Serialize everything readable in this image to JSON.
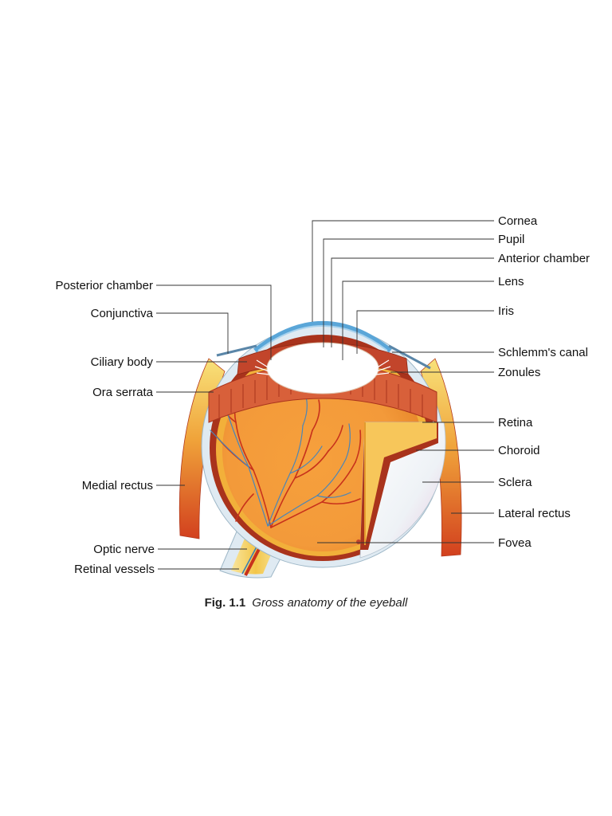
{
  "labels_left": [
    {
      "key": "posterior_chamber",
      "text": "Posterior chamber"
    },
    {
      "key": "conjunctiva",
      "text": "Conjunctiva"
    },
    {
      "key": "ciliary_body",
      "text": "Ciliary body"
    },
    {
      "key": "ora_serrata",
      "text": "Ora serrata"
    },
    {
      "key": "medial_rectus",
      "text": "Medial rectus"
    },
    {
      "key": "optic_nerve",
      "text": "Optic nerve"
    },
    {
      "key": "retinal_vessels",
      "text": "Retinal vessels"
    }
  ],
  "labels_right": [
    {
      "key": "cornea",
      "text": "Cornea"
    },
    {
      "key": "pupil",
      "text": "Pupil"
    },
    {
      "key": "anterior_chamber",
      "text": "Anterior chamber"
    },
    {
      "key": "lens",
      "text": "Lens"
    },
    {
      "key": "iris",
      "text": "Iris"
    },
    {
      "key": "schlemms_canal",
      "text": "Schlemm's canal"
    },
    {
      "key": "zonules",
      "text": "Zonules"
    },
    {
      "key": "retina",
      "text": "Retina"
    },
    {
      "key": "choroid",
      "text": "Choroid"
    },
    {
      "key": "sclera",
      "text": "Sclera"
    },
    {
      "key": "lateral_rectus",
      "text": "Lateral rectus"
    },
    {
      "key": "fovea",
      "text": "Fovea"
    }
  ],
  "caption": {
    "number": "Fig. 1.1",
    "text": "Gross anatomy of the eyeball"
  },
  "colors": {
    "sclera": "#dfeaf2",
    "choroid": "#a9331c",
    "retina": "#f2b03a",
    "retina_inner": "#f7c65a",
    "ciliary": "#c2452b",
    "cornea": "#5aa6d8",
    "vessel": "#c8321c",
    "muscle": "#d9572a",
    "lens": "#ffffff"
  }
}
